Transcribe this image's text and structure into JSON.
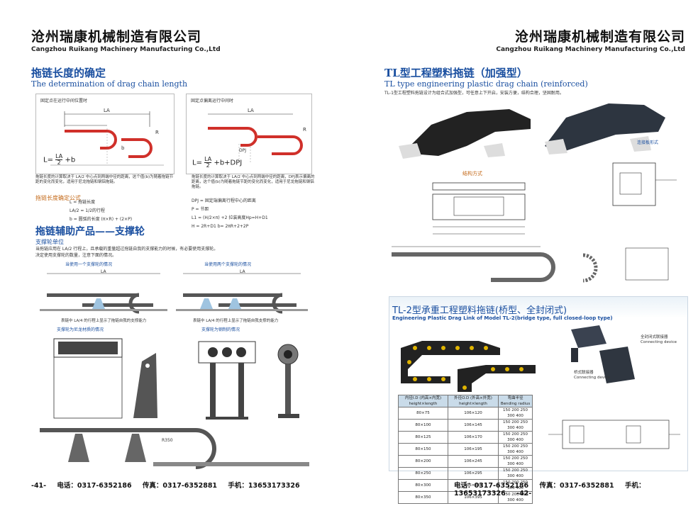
{
  "company": {
    "name_cn": "沧州瑞康机械制造有限公司",
    "name_en": "Cangzhou Ruikang Machinery Manufacturing Co.,Ltd"
  },
  "left": {
    "title_cn": "拖链长度的确定",
    "title_en": "The determination of drag chain length",
    "diag1_caption": "固定点在运行中间位置时",
    "diag2_caption": "固定点偏离运行中间时",
    "formula1_prefix": "L=",
    "formula1_num": "LA",
    "formula1_den": "2",
    "formula1_suffix": "+b",
    "formula2_prefix": "L=",
    "formula2_num": "LA",
    "formula2_den": "2",
    "formula2_suffix": "+b+DPJ",
    "desc1": "拖链长度的计算取决于 LA/2 中心点到两端中径的距离，这个值(b)为随着拖链节距的变化而变化，适用于尼龙拖链和钢铝拖链。",
    "desc2": "拖链长度的计算取决于 LA/2 中心点到两端中径的距离，DPJ表示偏离的距离，这个值(b)为随着拖链节距的变化而变化，适用于尼龙拖链和钢铝拖链。",
    "formula_heading": "拖链长度确定公式",
    "formula_lines": [
      "L   = 拖链长度",
      "LA/2 = 1/2的行程",
      "b   = 圆弧的长度 (π×R) + (2×P)"
    ],
    "formula_lines2": [
      "DPJ = 固定端偏离行程中心的距离",
      "P   = 节距",
      "L1  = (H/2×π) +2   拉装高度Hp=H+D1",
      "H   = 2R+D1  b= 2πR+2+2P"
    ],
    "support_title": "拖链辅助产品——支撑轮",
    "support_sub": "支撑轮单位",
    "support_desc1": "当拖链应用在 LA/2 行程上，且承载的重量超过拖链自我的支撑能力的时候，有必要使用支撑轮。",
    "support_desc2": "决定使用支撑轮的数量，注意下面的情况。",
    "case1": "当使用一个支撑轮的情况",
    "case2": "当使用两个支撑轮的情况",
    "case1_note": "表链中 LA/4 的行程上显示了拖链自我的支撑能力",
    "case2_note": "表链中 LA/4 的行程上显示了拖链自我支撑的能力",
    "bottom1_caption": "支撑轮为尼龙材质的情况",
    "bottom2_caption": "支撑轮为钢制的情况",
    "label_LA": "LA",
    "label_R": "R",
    "label_b": "b",
    "label_DPJ": "DPJ",
    "label_R350": "R350",
    "page_no": "-41-"
  },
  "right": {
    "title_cn": "TL型工程塑料拖链（加强型）",
    "title_en": "TL type engineering plastic drag chain (reinforced)",
    "desc": "TL-1型工程塑料拖链设计为组合式加强型，可任意上下开启，安装方便，结构合理，坚固耐用。",
    "photo2_label": "连接板形式",
    "struct_title": "结构方式",
    "tl2_title": "TL-2型承重工程塑料拖链(桥型、全封闭式)",
    "tl2_en": "Engineering Plastic Drag Link of Model TL-2(bridge type, full closed-loop type)",
    "conn1_cn": "全封闭式联接器",
    "conn1_en": "Connecting device",
    "conn2_cn": "桥式联接器",
    "conn2_en": "Connecting device",
    "table_headers": [
      "内径I.D\n(内高×内宽)\nheight×length",
      "外径O.D\n(外高×外宽)\nheight×length",
      "弯曲半径\nBending\nradius"
    ],
    "table_rows": [
      [
        "80×75",
        "106×120",
        "150 200 250 300 400"
      ],
      [
        "80×100",
        "106×145",
        "150 200 250 300 400"
      ],
      [
        "80×125",
        "106×170",
        "150 200 250 300 400"
      ],
      [
        "80×150",
        "106×195",
        "150 200 250 300 400"
      ],
      [
        "80×200",
        "106×245",
        "150 200 250 300 400"
      ],
      [
        "80×250",
        "106×295",
        "150 200 250 300 400"
      ],
      [
        "80×300",
        "106×345",
        "150 200 250 300 400"
      ],
      [
        "80×350",
        "106×395",
        "150 200 250 300 400"
      ]
    ],
    "page_no": "-42-"
  },
  "footer": {
    "tel": "电话：0317-6352186",
    "fax": "传真：0317-6352881",
    "mobile": "手机：13653173326"
  },
  "colors": {
    "title_blue": "#1a4fa0",
    "dim_red": "#d0302a",
    "accent_orange": "#c46a1a"
  }
}
